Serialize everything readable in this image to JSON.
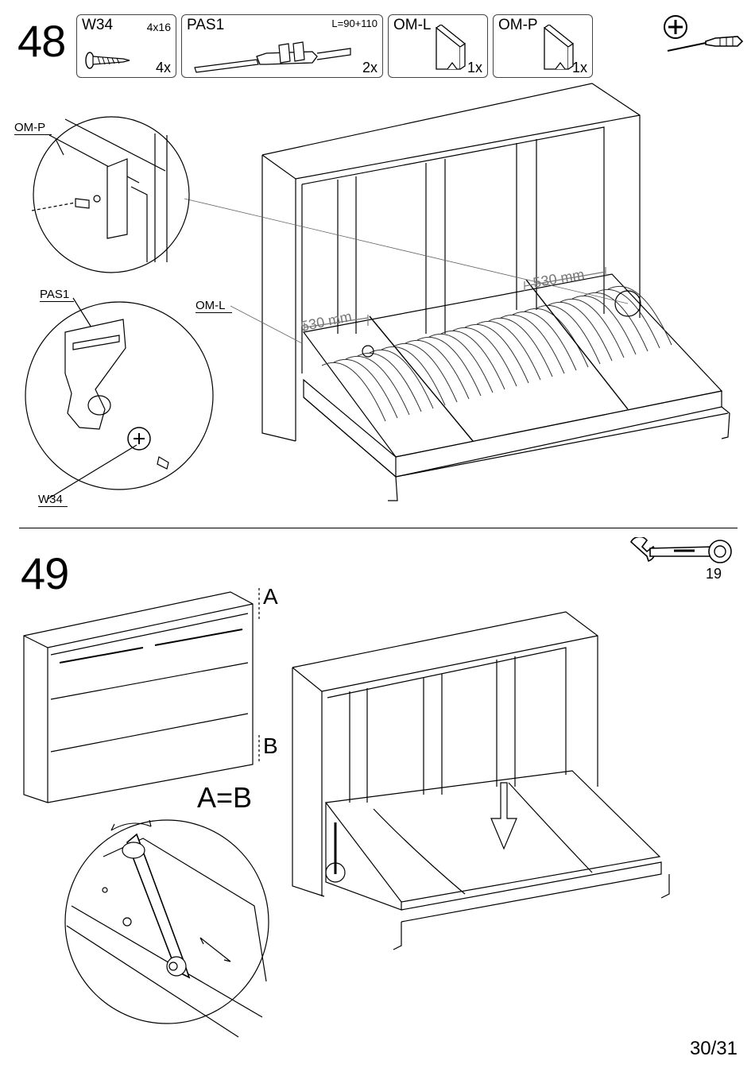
{
  "step48": {
    "number": "48",
    "parts": [
      {
        "code": "W34",
        "size": "4x16",
        "qty": "4x",
        "icon": "screw-icon"
      },
      {
        "code": "PAS1",
        "size": "L=90+110",
        "qty": "2x",
        "icon": "strap-bracket-icon"
      },
      {
        "code": "OM-L",
        "size": "",
        "qty": "1x",
        "icon": "bracket-left-icon"
      },
      {
        "code": "OM-P",
        "size": "",
        "qty": "1x",
        "icon": "bracket-right-icon"
      }
    ],
    "tool_icon": "phillips-screwdriver-icon",
    "callouts": {
      "om_p": "OM-P",
      "pas1": "PAS1",
      "om_l": "OM-L",
      "w34": "W34"
    },
    "dimensions": [
      "530 mm",
      "530 mm"
    ]
  },
  "step49": {
    "number": "49",
    "tool": {
      "icon": "wrench-icon",
      "size": "19"
    },
    "markers": {
      "a": "A",
      "b": "B"
    },
    "equation": "A=B"
  },
  "page": {
    "number": "30/31"
  }
}
